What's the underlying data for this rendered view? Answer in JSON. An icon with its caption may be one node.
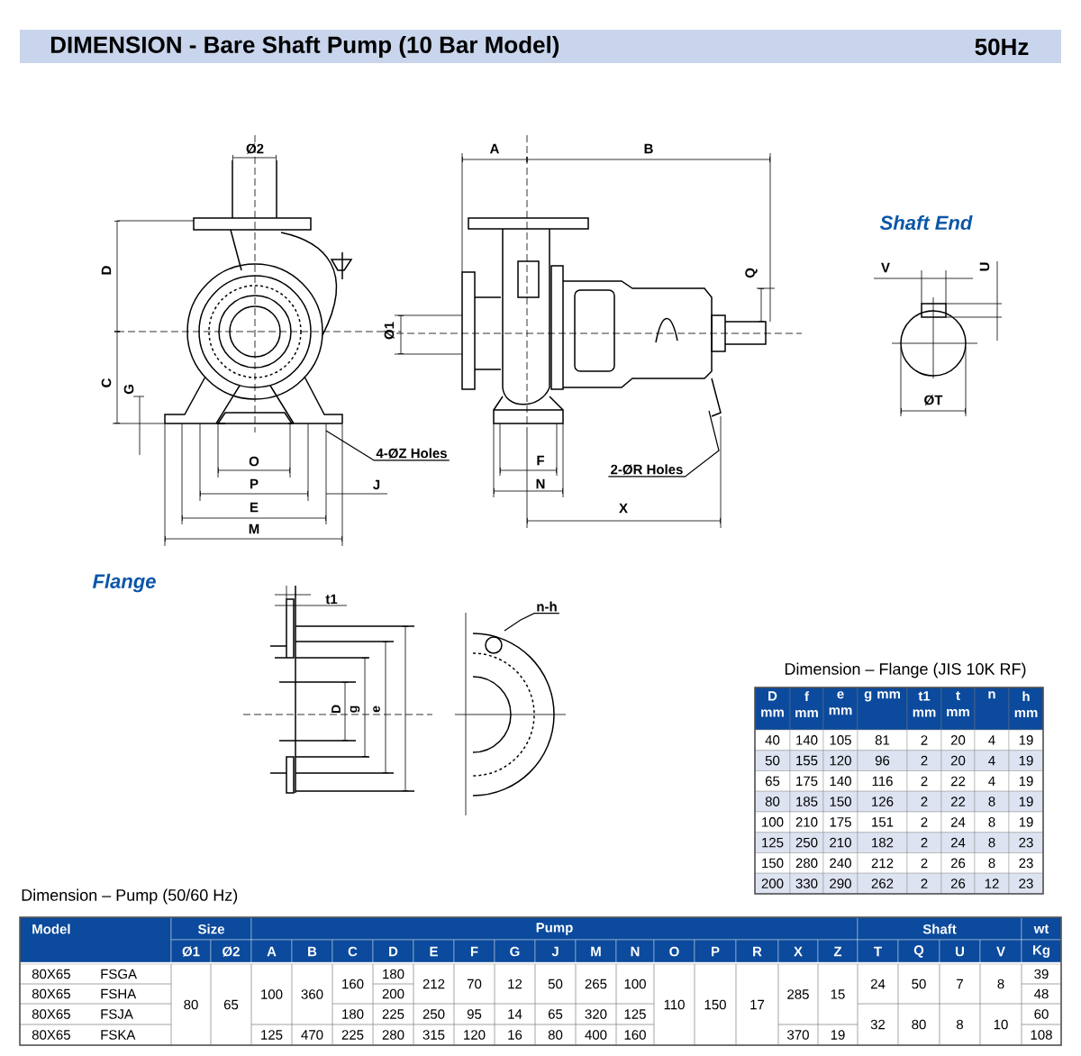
{
  "diagram": {
    "title": "DIMENSION - Bare Shaft Pump (10 Bar Model)",
    "nodes": [
      {
        "text": [
          "4-ØZ Holes"
        ]
      },
      {
        "text": [
          "2-ØR Holes"
        ]
      },
      {
        "text": [
          "n-h"
        ]
      }
    ],
    "edges": [
      {
        "from": 0,
        "to": null,
        "arrow": "none"
      },
      {
        "from": 1,
        "to": null,
        "arrow": "none"
      },
      {
        "from": 2,
        "to": null,
        "arrow": "none"
      }
    ],
    "labels": [
      "50Hz",
      "Ø2",
      "D",
      "C",
      "G",
      "O",
      "P",
      "J",
      "E",
      "M",
      "A",
      "B",
      "Ø1",
      "Q",
      "F",
      "N",
      "X",
      "Shaft End",
      "V",
      "U",
      "ØT",
      "Flange",
      "t1",
      "D",
      "g",
      "e",
      "Dimension – Flange (JIS 10K RF)",
      "D mm",
      "f mm",
      "e mm",
      "g mm",
      "t1 mm",
      "t mm",
      "n",
      "h mm",
      "40",
      "140",
      "105",
      "81",
      "2",
      "20",
      "4",
      "19",
      "50",
      "155",
      "120",
      "96",
      "2",
      "20",
      "4",
      "19",
      "65",
      "175",
      "140",
      "116",
      "2",
      "22",
      "4",
      "19",
      "80",
      "185",
      "150",
      "126",
      "2",
      "22",
      "8",
      "19",
      "100",
      "210",
      "175",
      "151",
      "2",
      "24",
      "8",
      "19",
      "125",
      "250",
      "210",
      "182",
      "2",
      "24",
      "8",
      "23",
      "150",
      "280",
      "240",
      "212",
      "2",
      "26",
      "8",
      "23",
      "200",
      "330",
      "290",
      "262",
      "2",
      "26",
      "12",
      "23",
      "Dimension – Pump (50/60 Hz)",
      "Model",
      "Size",
      "Pump",
      "Shaft",
      "wt",
      "Ø1",
      "Ø2",
      "A",
      "B",
      "C",
      "D",
      "E",
      "F",
      "G",
      "J",
      "M",
      "N",
      "O",
      "P",
      "R",
      "X",
      "Z",
      "T",
      "Q",
      "U",
      "V",
      "Kg",
      "80X65",
      "FSGA",
      "80",
      "65",
      "100",
      "360",
      "160",
      "180",
      "212",
      "70",
      "12",
      "50",
      "265",
      "100",
      "110",
      "150",
      "17",
      "285",
      "15",
      "24",
      "50",
      "7",
      "8",
      "39",
      "80X65",
      "FSHA",
      "200",
      "48",
      "80X65",
      "FSJA",
      "180",
      "225",
      "250",
      "95",
      "14",
      "65",
      "320",
      "125",
      "32",
      "80",
      "8",
      "10",
      "60",
      "80X65",
      "FSKA",
      "125",
      "470",
      "225",
      "280",
      "315",
      "120",
      "16",
      "80",
      "400",
      "160",
      "370",
      "19",
      "108"
    ]
  }
}
